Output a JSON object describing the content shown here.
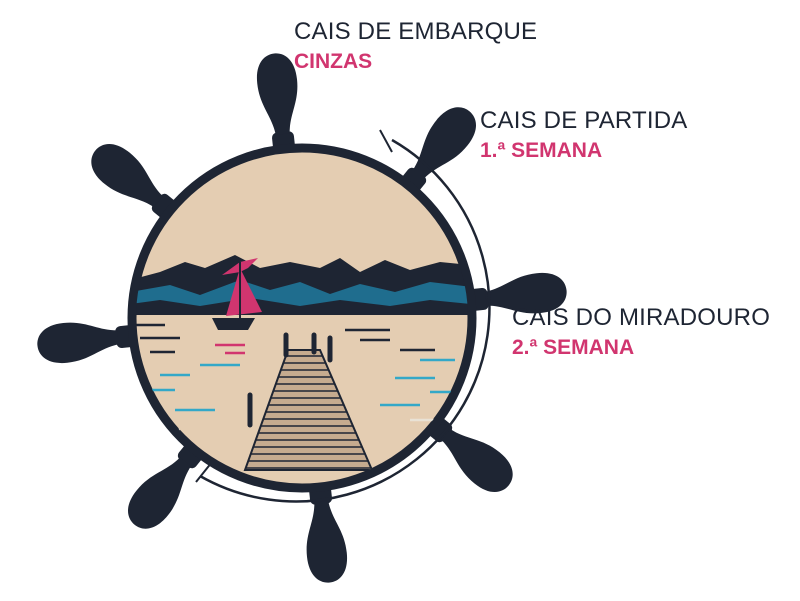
{
  "stops": [
    {
      "title": "CAIS DE EMBARQUE",
      "subtitle": "CINZAS"
    },
    {
      "title": "CAIS DE PARTIDA",
      "subtitle": "1.ª SEMANA"
    },
    {
      "title": "CAIS DO MIRADOURO",
      "subtitle": "2.ª SEMANA"
    }
  ],
  "colors": {
    "navy": "#1e2533",
    "pink": "#d1356f",
    "sand": "#e4cdb2",
    "teal": "#1f6d8e",
    "cyan": "#33a8c8"
  }
}
